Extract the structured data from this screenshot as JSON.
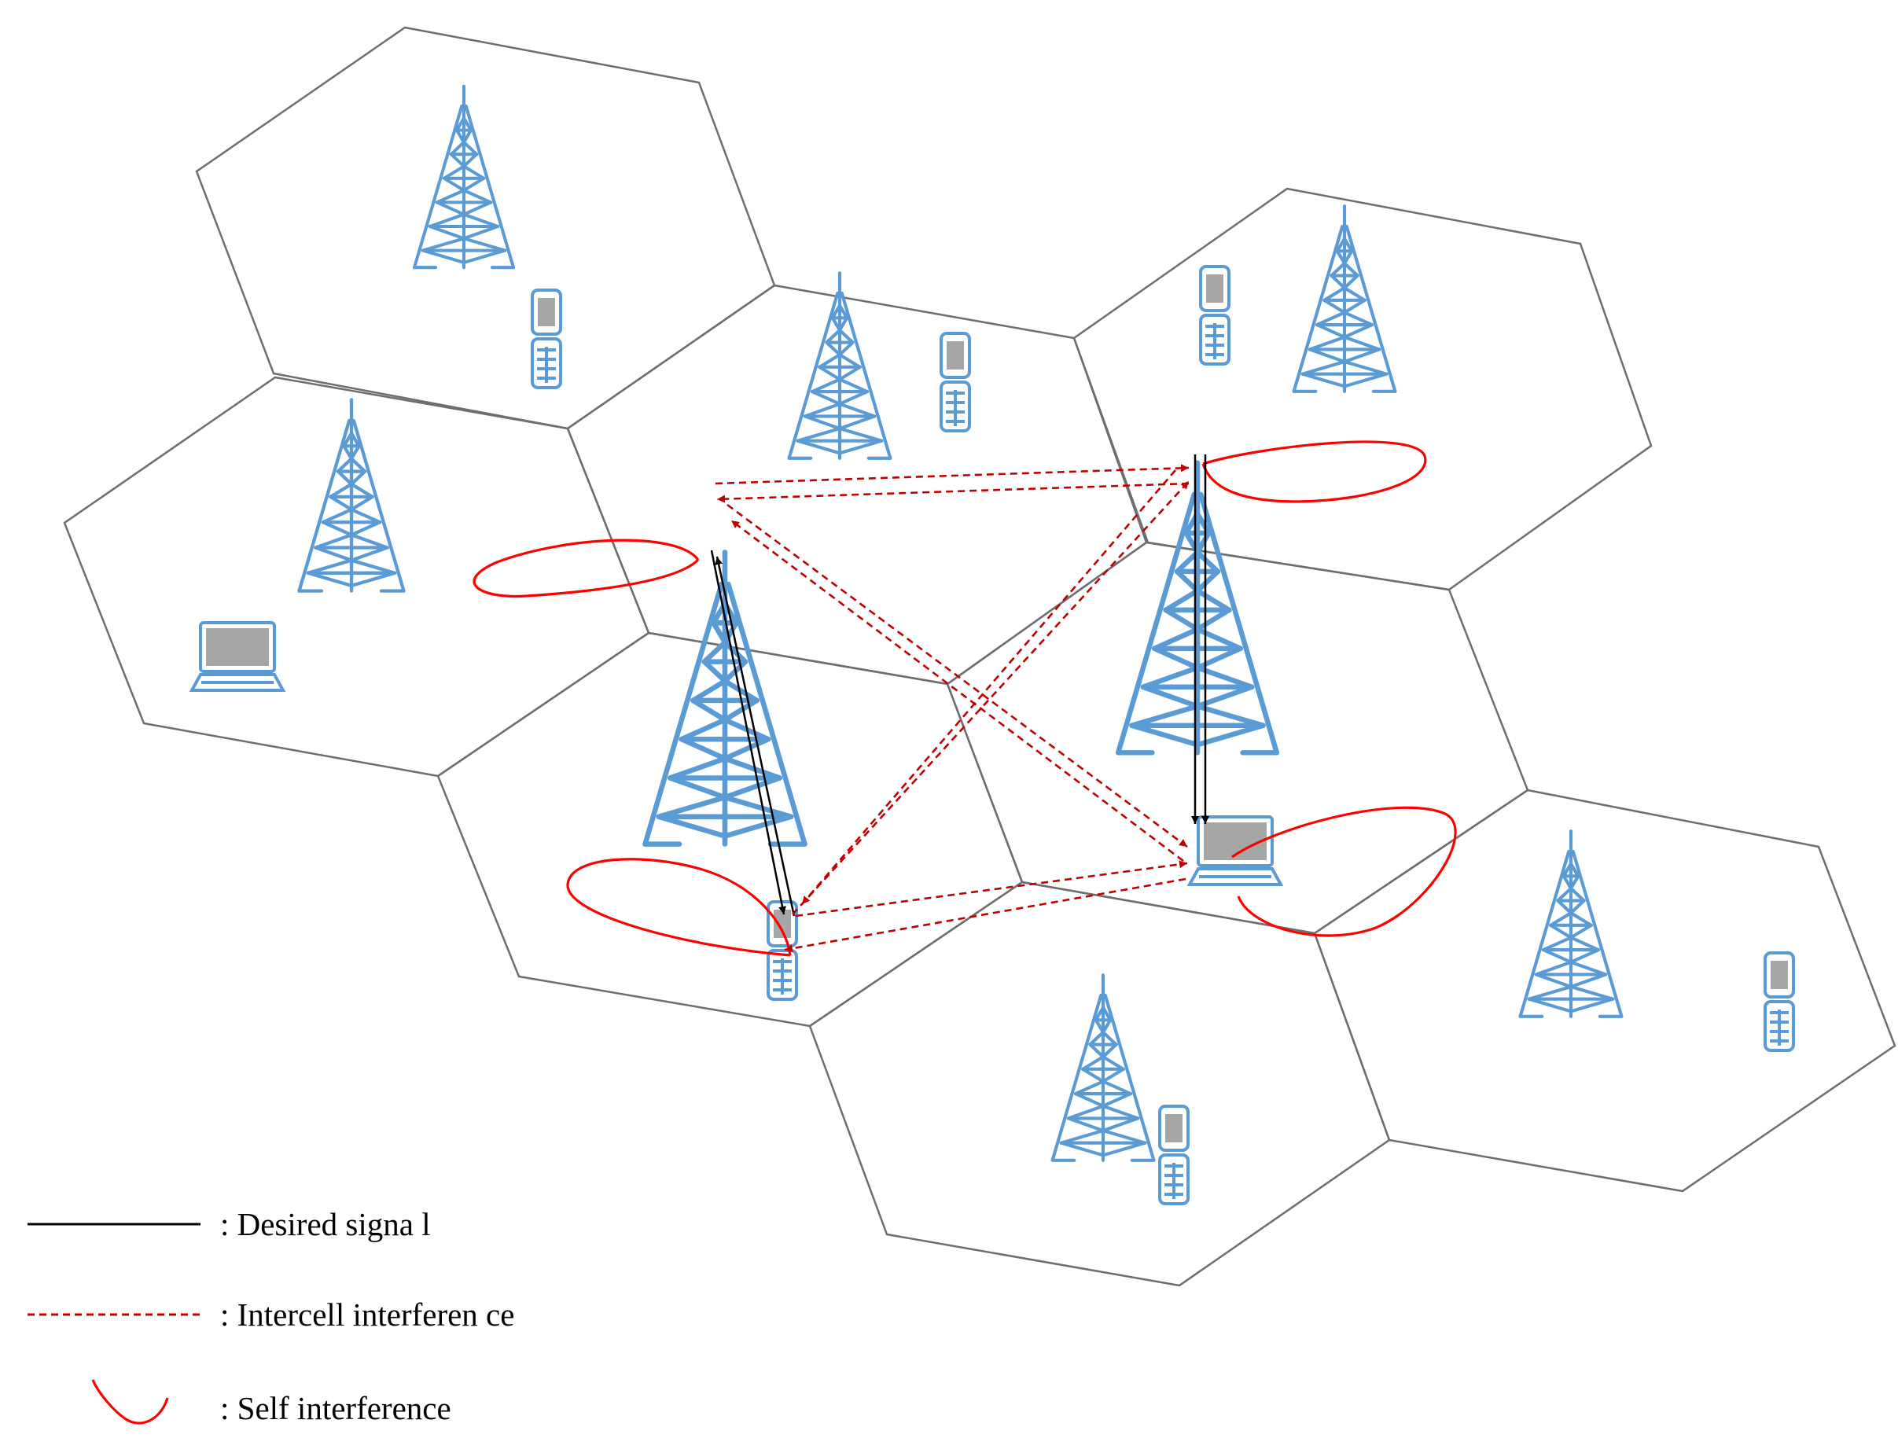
{
  "colors": {
    "tower": "#5b9bd5",
    "device_screen": "#a6a6a6",
    "desired_signal": "#000000",
    "intercell_interference": "#c00000",
    "self_interference": "#ff0000",
    "cell_border": "#6e6e6e"
  },
  "legend": {
    "desired_signal": ": Desired signa l",
    "intercell_interference": ": Intercell interferen ce",
    "self_interference": ": Self interference"
  }
}
